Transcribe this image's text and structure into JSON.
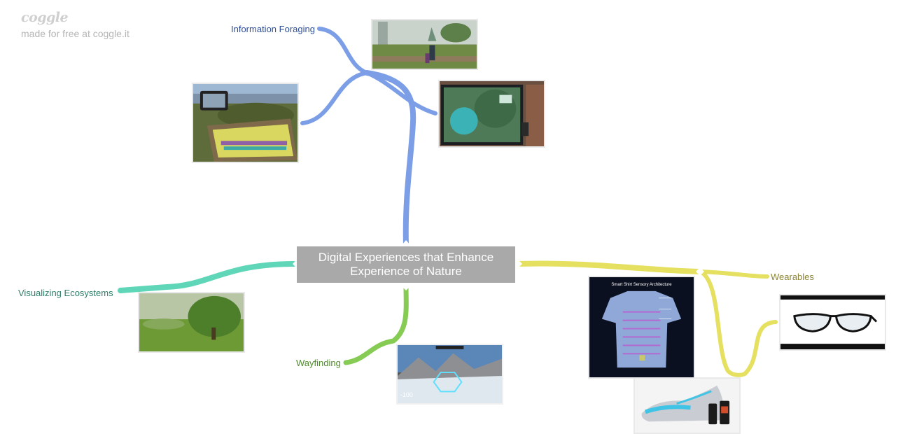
{
  "brand": {
    "logo": "coggle",
    "tagline": "made for free at coggle.it"
  },
  "central_topic": "Digital Experiences that Enhance Experience of Nature",
  "branch_colors": {
    "blue": "#7b9ee6",
    "teal": "#5fd6b8",
    "green": "#86cc54",
    "yellow": "#e5e060"
  },
  "branches": [
    {
      "label": "Information Foraging",
      "color": "#2f4f9a",
      "images": [
        "park-boardwalk-photo",
        "tablet-ar-photo",
        "phone-viewfinder-photo"
      ]
    },
    {
      "label": "Visualizing Ecosystems",
      "color": "#2e7f66",
      "images": [
        "tree-meadow-photo"
      ]
    },
    {
      "label": "Wayfinding",
      "color": "#4f8a2d",
      "images": [
        "ski-hud-photo"
      ]
    },
    {
      "label": "Wearables",
      "color": "#8c8434",
      "images": [
        "smart-shirt-photo",
        "smart-glasses-photo",
        "smart-shoe-photo"
      ]
    }
  ],
  "image_text": {
    "shirt_title": "Smart Shirt Sensory Architecture",
    "hud_value": "-100"
  }
}
